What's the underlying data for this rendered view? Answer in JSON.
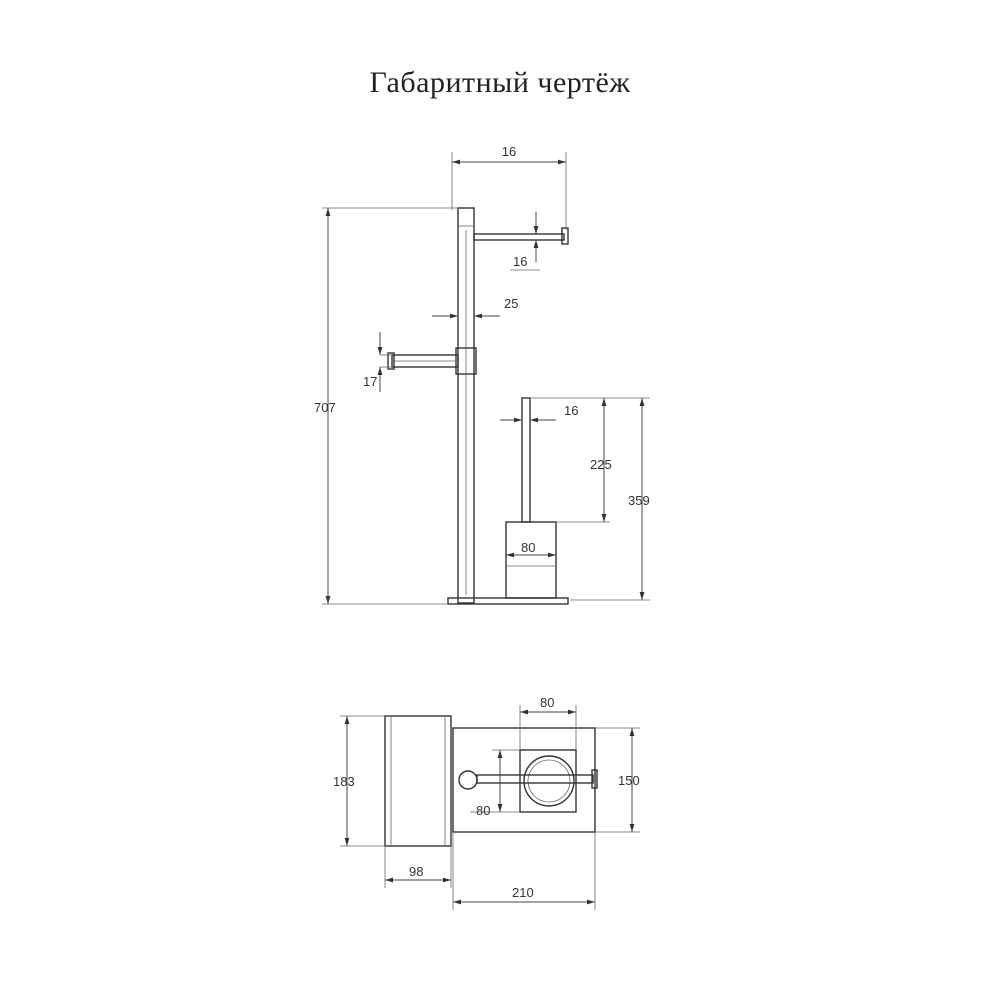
{
  "title": "Габаритный чертёж",
  "front_view": {
    "top_arm_width": "16",
    "top_arm_thickness": "16",
    "pole_width": "25",
    "side_arm_thickness": "17",
    "total_height": "707",
    "brush_handle_width": "16",
    "brush_handle_height": "225",
    "brush_holder_height": "359",
    "brush_cup_width": "80"
  },
  "top_view": {
    "cup_width": "80",
    "cup_depth": "80",
    "side_depth": "183",
    "base_depth": "150",
    "side_width": "98",
    "base_width": "210"
  }
}
